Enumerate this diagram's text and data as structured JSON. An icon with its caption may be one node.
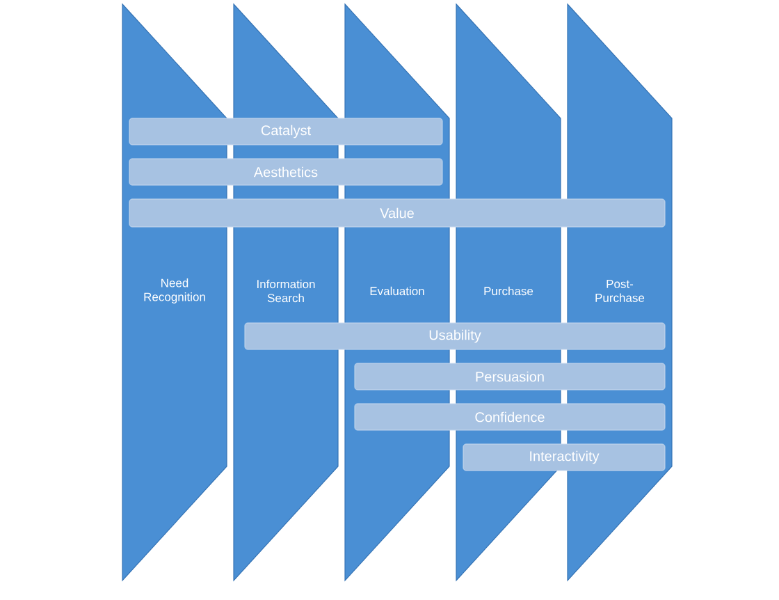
{
  "diagram": {
    "nodes": [
      {
        "text": [
          "Need Recognition"
        ]
      },
      {
        "text": [
          "Information Search"
        ]
      },
      {
        "text": [
          "Evaluation"
        ]
      },
      {
        "text": [
          "Purchase"
        ]
      },
      {
        "text": [
          "Post-Purchase"
        ]
      },
      {
        "text": [
          "Catalyst"
        ]
      },
      {
        "text": [
          "Aesthetics"
        ]
      },
      {
        "text": [
          "Value"
        ]
      },
      {
        "text": [
          "Usability"
        ]
      },
      {
        "text": [
          "Persuasion"
        ]
      },
      {
        "text": [
          "Confidence"
        ]
      },
      {
        "text": [
          "Interactivity"
        ]
      }
    ]
  }
}
